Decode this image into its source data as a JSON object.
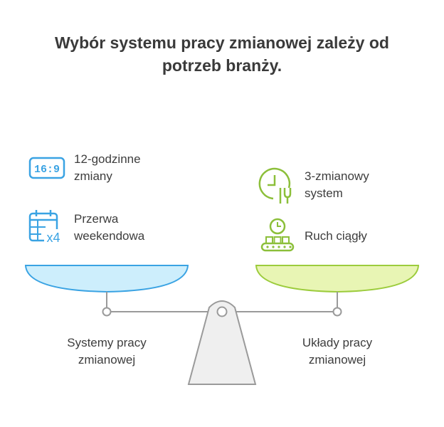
{
  "title": {
    "line1": "Wybór systemu pracy zmianowej zależy od",
    "line2": "potrzeb branży."
  },
  "left_pan": {
    "items": [
      {
        "icon": "ratio-16-9-icon",
        "icon_text": "16:9",
        "line1": "12-godzinne",
        "line2": "zmiany"
      },
      {
        "icon": "calendar-x4-icon",
        "icon_text": "x4",
        "line1": "Przerwa",
        "line2": "weekendowa"
      }
    ],
    "caption": {
      "line1": "Systemy pracy",
      "line2": "zmianowej"
    },
    "color": "#cdeefc",
    "stroke": "#3aa3e3"
  },
  "right_pan": {
    "items": [
      {
        "icon": "clock-fork-icon",
        "line1": "3-zmianowy",
        "line2": "system"
      },
      {
        "icon": "conveyor-clock-icon",
        "line1": "Ruch ciągły",
        "line2": ""
      }
    ],
    "caption": {
      "line1": "Układy pracy",
      "line2": "zmianowej"
    },
    "color": "#e8f5b4",
    "stroke": "#9ccc3c"
  },
  "colors": {
    "blue_icon": "#3aa3e3",
    "green_icon": "#8cbf3a",
    "beam": "#9a9a9a",
    "fulcrum_fill": "#efefef"
  }
}
